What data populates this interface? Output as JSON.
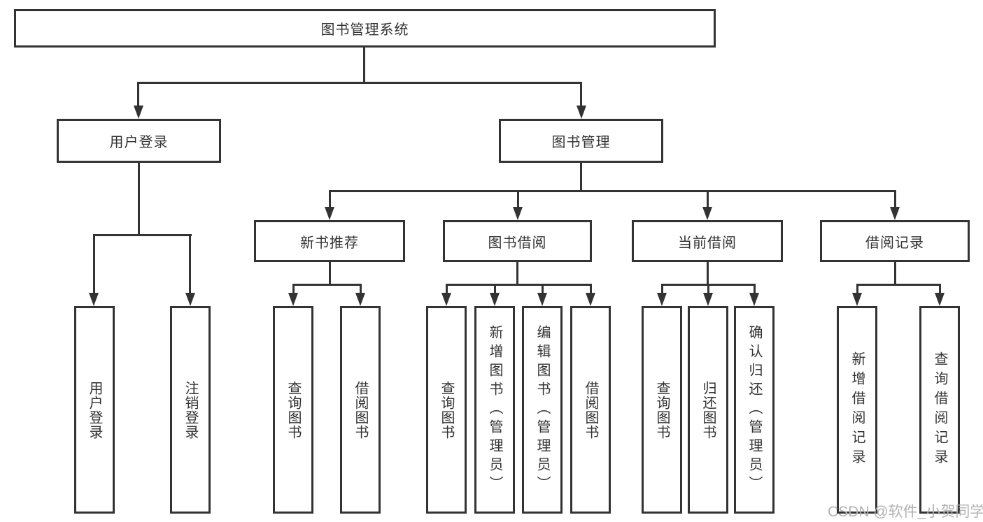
{
  "diagram": {
    "root": {
      "label": "图书管理系统"
    },
    "branches": [
      {
        "label": "用户登录",
        "children": [
          {
            "label": "用户登录"
          },
          {
            "label": "注销登录"
          }
        ]
      },
      {
        "label": "图书管理",
        "children": [
          {
            "label": "新书推荐",
            "children": [
              {
                "label": "查询图书"
              },
              {
                "label": "借阅图书"
              }
            ]
          },
          {
            "label": "图书借阅",
            "children": [
              {
                "label": "查询图书"
              },
              {
                "label": "新增图书（管理员）"
              },
              {
                "label": "编辑图书（管理员）"
              },
              {
                "label": "借阅图书"
              }
            ]
          },
          {
            "label": "当前借阅",
            "children": [
              {
                "label": "查询图书"
              },
              {
                "label": "归还图书"
              },
              {
                "label": "确认归还（管理员）"
              }
            ]
          },
          {
            "label": "借阅记录",
            "children": [
              {
                "label": "新增借阅记录"
              },
              {
                "label": "查询借阅记录"
              }
            ]
          }
        ]
      }
    ]
  },
  "watermark": "CSDN @软件_小贺同学",
  "colors": {
    "line": "#333333",
    "text": "#333333",
    "background": "#ffffff",
    "watermark": "#b2b2b2"
  }
}
